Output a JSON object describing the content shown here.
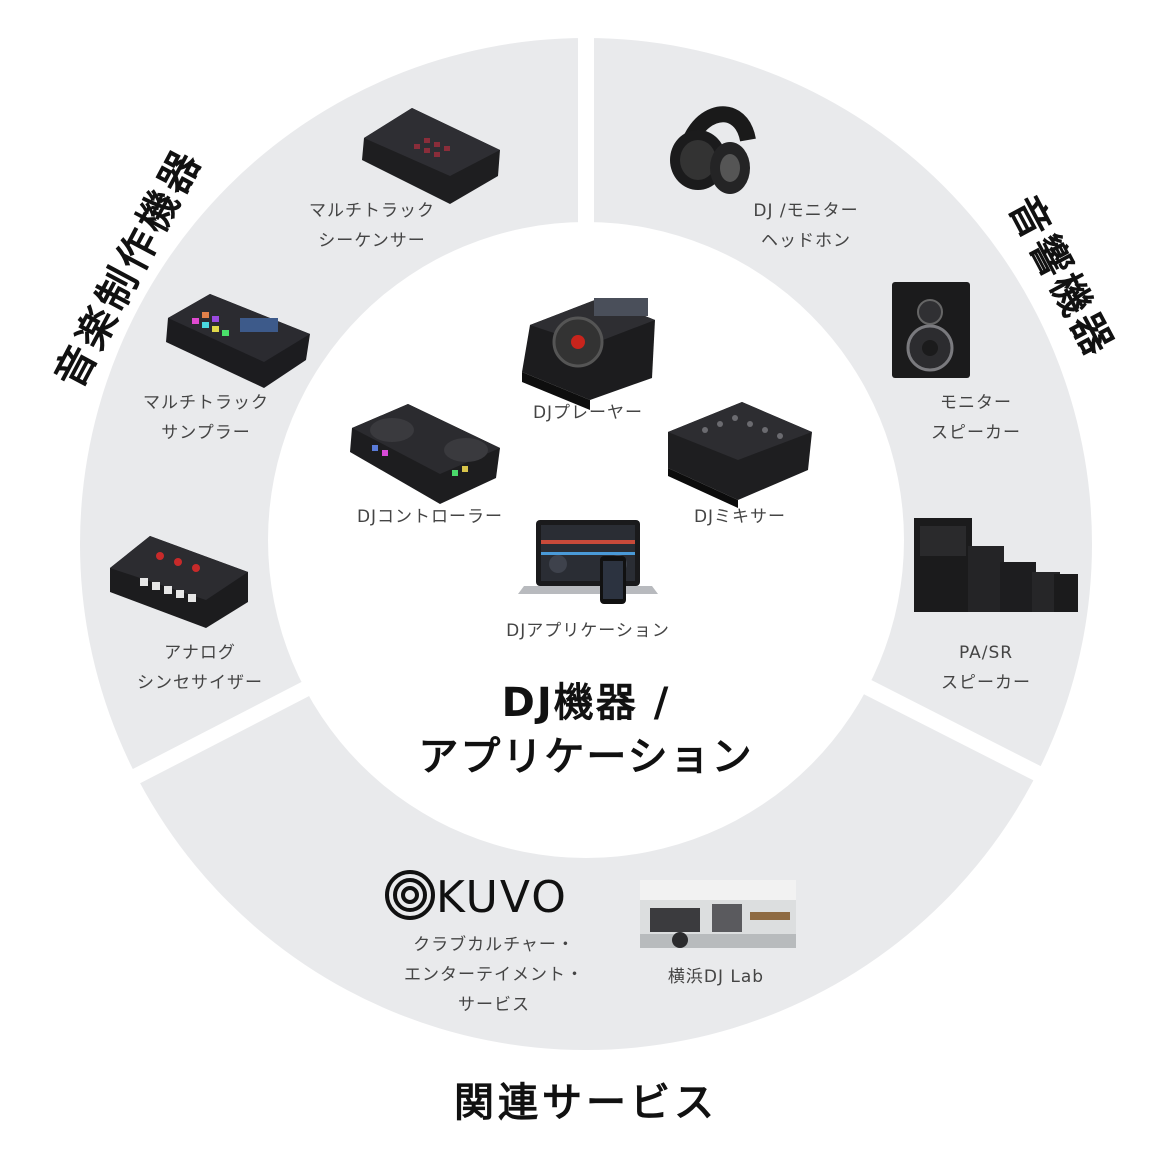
{
  "center": {
    "line1": "DJ機器 /",
    "line2": "アプリケーション"
  },
  "segments": {
    "music_production": "音楽制作機器",
    "audio": "音響機器",
    "services": "関連サービス"
  },
  "items": {
    "dj_player": "DJプレーヤー",
    "dj_controller": "DJコントローラー",
    "dj_mixer": "DJミキサー",
    "dj_application": "DJアプリケーション",
    "multitrack_sequencer": "マルチトラック\nシーケンサー",
    "multitrack_sampler": "マルチトラック\nサンプラー",
    "analog_synth": "アナログ\nシンセサイザー",
    "headphones": "DJ /モニター\nヘッドホン",
    "monitor_speaker": "モニター\nスピーカー",
    "pa_speaker": "PA/SR\nスピーカー",
    "kuvo_desc": "クラブカルチャー・\nエンターテイメント・\nサービス",
    "dj_lab": "横浜DJ Lab"
  },
  "logo": {
    "kuvo": "KUVO"
  },
  "colors": {
    "ring": "#e9eaec",
    "center": "#ffffff",
    "text": "#111111",
    "label": "#444444"
  }
}
